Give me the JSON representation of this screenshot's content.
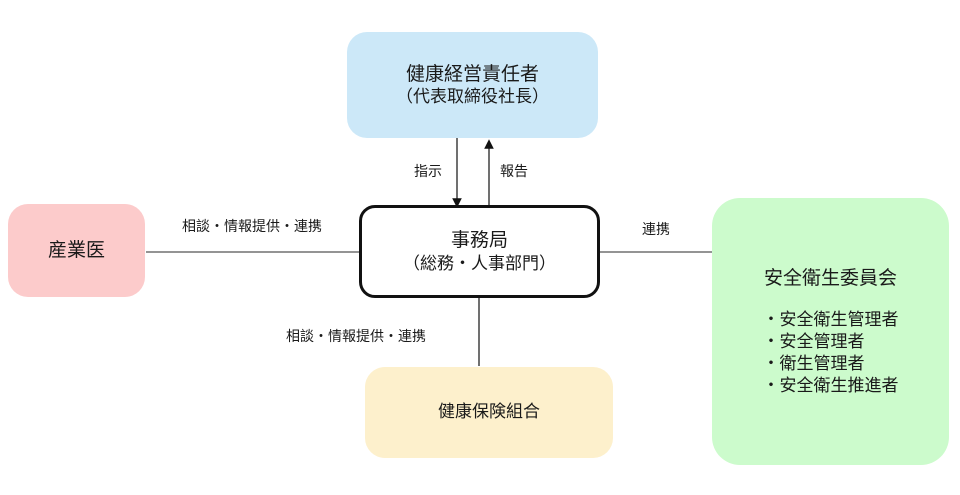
{
  "nodes": {
    "ceo": {
      "title": "健康経営責任者",
      "subtitle": "（代表取締役社長）",
      "color": "#cce8f8"
    },
    "office": {
      "title": "事務局",
      "subtitle": "（総務・人事部門）",
      "color": "#ffffff"
    },
    "doctor": {
      "title": "産業医",
      "color": "#fccbcb"
    },
    "insurance": {
      "title": "健康保険組合",
      "color": "#fdf0cc"
    },
    "committee": {
      "title": "安全衛生委員会",
      "members": [
        "・安全衛生管理者",
        "・安全管理者",
        "・衛生管理者",
        "・安全衛生推進者"
      ],
      "color": "#ccfbcc"
    }
  },
  "edges": {
    "instruction": "指示",
    "report": "報告",
    "doctor_link": "相談・情報提供・連携",
    "insurance_link": "相談・情報提供・連携",
    "committee_link": "連携"
  }
}
